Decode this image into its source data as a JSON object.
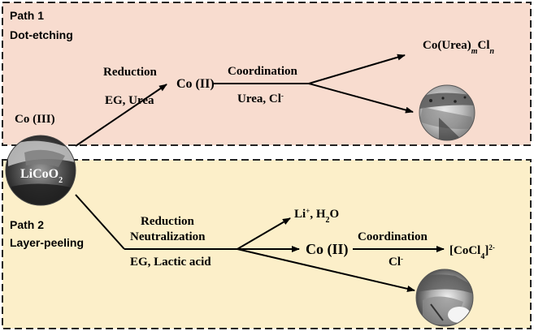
{
  "path1": {
    "title": "Path 1",
    "subtitle": "Dot-etching",
    "reduction_label": "Reduction",
    "reduction_reagents": "EG, Urea",
    "intermediate": "Co (II)",
    "coordination_label": "Coordination",
    "coordination_reagents_main": "Urea, Cl",
    "coordination_reagents_sup": "-",
    "product": {
      "base": "Co(Urea)",
      "sub_m": "m",
      "cl": "Cl",
      "sub_n": "n"
    },
    "start_state": "Co (III)"
  },
  "center": {
    "label_main": "LiCoO",
    "label_sub": "2"
  },
  "path2": {
    "title": "Path 2",
    "subtitle": "Layer-peeling",
    "step_label_1": "Reduction",
    "step_label_2": "Neutralization",
    "reagents": "EG, Lactic acid",
    "byproduct": {
      "li": "Li",
      "li_sup": "+",
      "rest": ", H",
      "h2o_sub": "2",
      "o": "O"
    },
    "intermediate": "Co (II)",
    "coordination_label": "Coordination",
    "coordination_reagent_main": "Cl",
    "coordination_reagent_sup": "-",
    "product": {
      "open": "[CoCl",
      "sub": "4",
      "close": "]",
      "sup": "2-"
    }
  },
  "colors": {
    "path1_fill": "#f8dccf",
    "path2_fill": "#fcefc9",
    "border": "#222222",
    "tem_dark": "#3a3a3a",
    "tem_light": "#d8d8d8"
  }
}
